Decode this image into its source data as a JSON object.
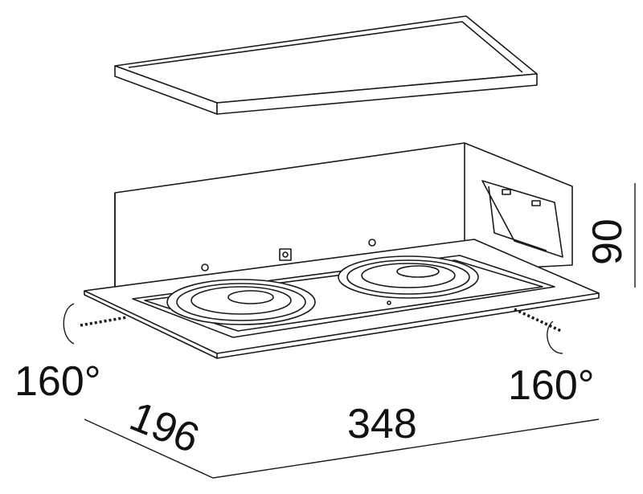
{
  "dimensions": {
    "width": "348",
    "depth": "196",
    "height": "90",
    "tilt_left": "160°",
    "tilt_right": "160°"
  }
}
